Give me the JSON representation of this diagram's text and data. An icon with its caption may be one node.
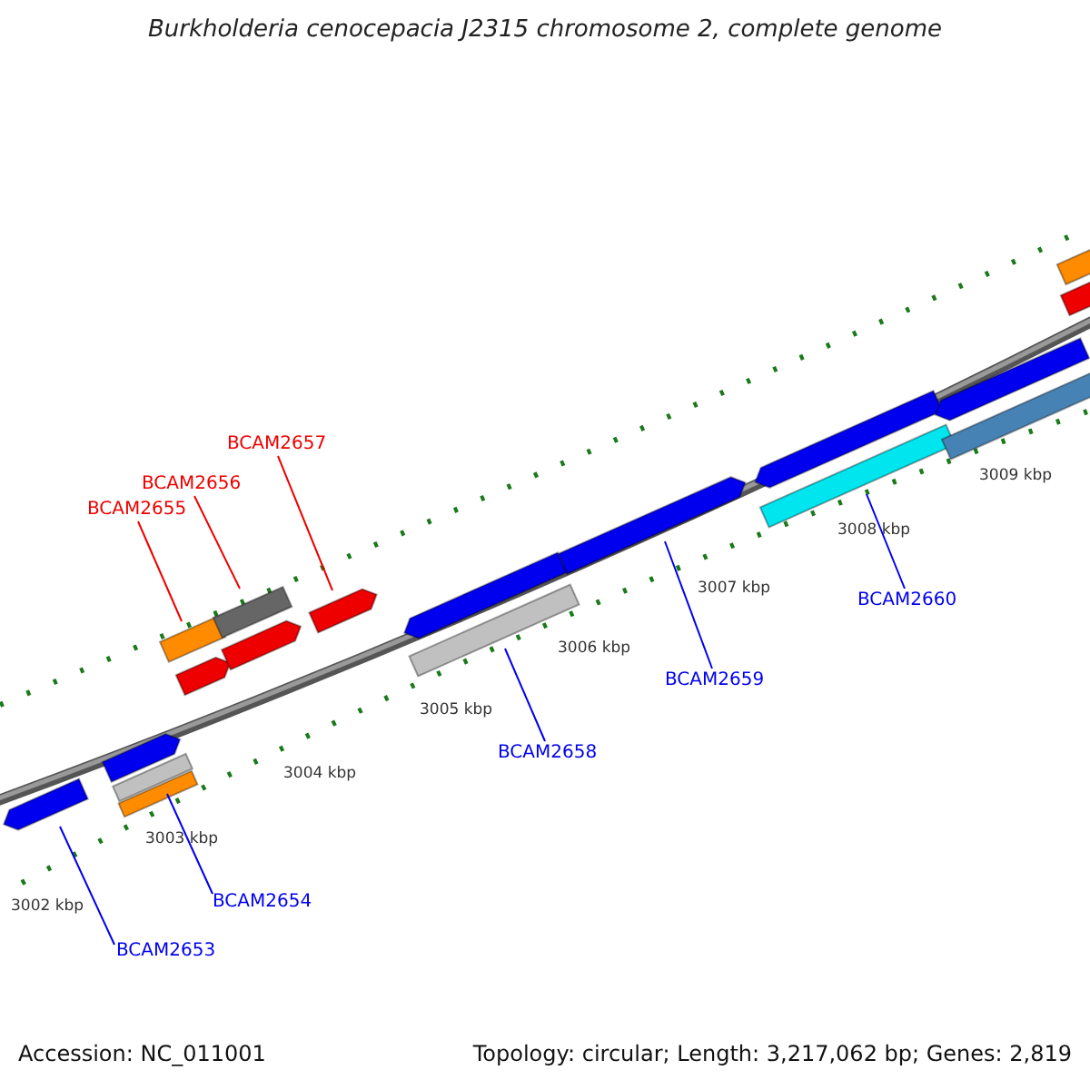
{
  "diagram": {
    "title": "Burkholderia cenocepacia J2315 chromosome 2, complete genome",
    "nodes": [
      {
        "text": [
          "BCAM2657"
        ]
      },
      {
        "text": [
          "BCAM2656"
        ]
      },
      {
        "text": [
          "BCAM2655"
        ]
      },
      {
        "text": [
          "BCAM2658"
        ]
      },
      {
        "text": [
          "BCAM2659"
        ]
      },
      {
        "text": [
          "BCAM2660"
        ]
      },
      {
        "text": [
          "BCAM2654"
        ]
      },
      {
        "text": [
          "BCAM2653"
        ]
      },
      {
        "text": [],
        "shape": "bar"
      },
      {
        "text": [],
        "shape": "bar"
      },
      {
        "text": [],
        "shape": "bar"
      },
      {
        "text": [],
        "shape": "bar"
      },
      {
        "text": [],
        "shape": "bar"
      },
      {
        "text": [],
        "shape": "bar"
      },
      {
        "text": [],
        "shape": "bar"
      },
      {
        "text": [],
        "shape": "bar"
      },
      {
        "text": [],
        "shape": "bar"
      },
      {
        "text": [],
        "shape": "bar"
      },
      {
        "text": [],
        "shape": "bar"
      },
      {
        "text": [],
        "shape": "bar"
      },
      {
        "text": [],
        "shape": "bar"
      },
      {
        "text": [],
        "shape": "bar"
      },
      {
        "text": [],
        "shape": "bar"
      },
      {
        "text": [],
        "shape": "bar"
      },
      {
        "text": [],
        "shape": "bar"
      },
      {
        "text": [],
        "shape": "bar"
      }
    ],
    "edges": [
      {
        "from": 0,
        "to": 16,
        "arrow": "none",
        "color": "#ee0000"
      },
      {
        "from": 1,
        "to": 14,
        "arrow": "none",
        "color": "#ee0000"
      },
      {
        "from": 2,
        "to": 12,
        "arrow": "none",
        "color": "#ee0000"
      },
      {
        "from": 3,
        "to": 18,
        "arrow": "none"
      },
      {
        "from": 4,
        "to": 19,
        "arrow": "none"
      },
      {
        "from": 5,
        "to": 21,
        "arrow": "none"
      },
      {
        "from": 6,
        "to": 10,
        "arrow": "none"
      },
      {
        "from": 7,
        "to": 8,
        "arrow": "none"
      }
    ],
    "labels": [
      "3009 kbp",
      "3008 kbp",
      "3007 kbp",
      "3006 kbp",
      "3005 kbp",
      "3004 kbp",
      "3003 kbp",
      "3002 kbp",
      "Accession: NC_011001",
      "Topology: circular; Length: 3,217,062 bp; Genes: 2,819"
    ]
  }
}
